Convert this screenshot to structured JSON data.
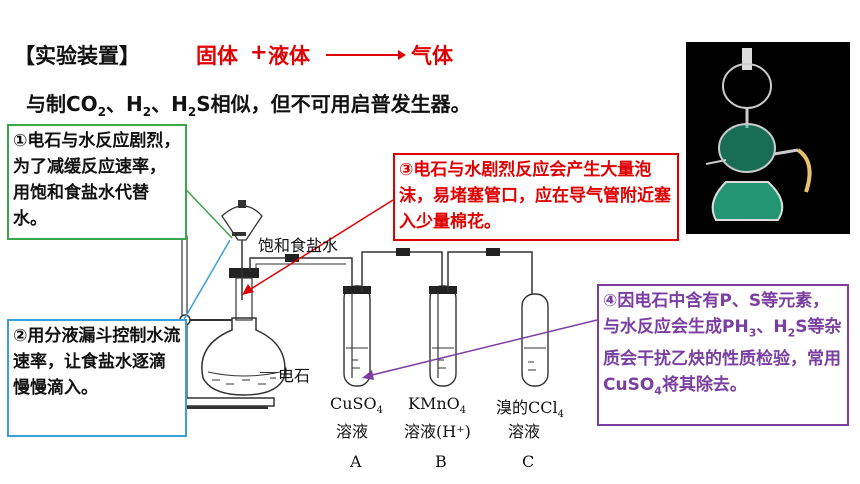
{
  "header": {
    "title": "【实验装置】",
    "reactant1": "固体",
    "plus": "+",
    "reactant2": "液体",
    "product": "气体"
  },
  "subtitle": {
    "part1": "与制CO",
    "sub1": "2",
    "part2": "、H",
    "sub2": "2",
    "part3": "、H",
    "sub3": "2",
    "part4": "S相似，但不可用启普发生器。"
  },
  "notes": {
    "note1": "①电石与水反应剧烈，为了减缓反应速率，用饱和食盐水代替水。",
    "note2": "②用分液漏斗控制水流速率，让食盐水逐滴慢慢滴入。",
    "note3": "③电石与水剧烈反应会产生大量泡沫，易堵塞管口，应在导气管附近塞入少量棉花。",
    "note4_a": "④因电石中含有P、S等元素，与水反应会生成PH",
    "note4_sub1": "3",
    "note4_b": "、H",
    "note4_sub2": "2",
    "note4_c": "S等杂质会干扰乙炔的性质检验，常用CuSO",
    "note4_sub3": "4",
    "note4_d": "将其除去。"
  },
  "apparatus": {
    "brine_label": "饱和食盐水",
    "carbide_label": "电石",
    "a_reagent": "CuSO",
    "a_reagent_sub": "4",
    "a_solution": "溶液",
    "b_reagent": "KMnO",
    "b_reagent_sub": "4",
    "b_solution": "溶液(H⁺)",
    "c_reagent": "溴的CCl",
    "c_reagent_sub": "4",
    "c_solution": "溶液",
    "tube_a": "A",
    "tube_b": "B",
    "tube_c": "C"
  },
  "colors": {
    "red": "#e00000",
    "green_border": "#3aa64a",
    "blue_border": "#3a9fd6",
    "purple": "#7a3fa0",
    "liquid_teal": "#2fc79a"
  }
}
